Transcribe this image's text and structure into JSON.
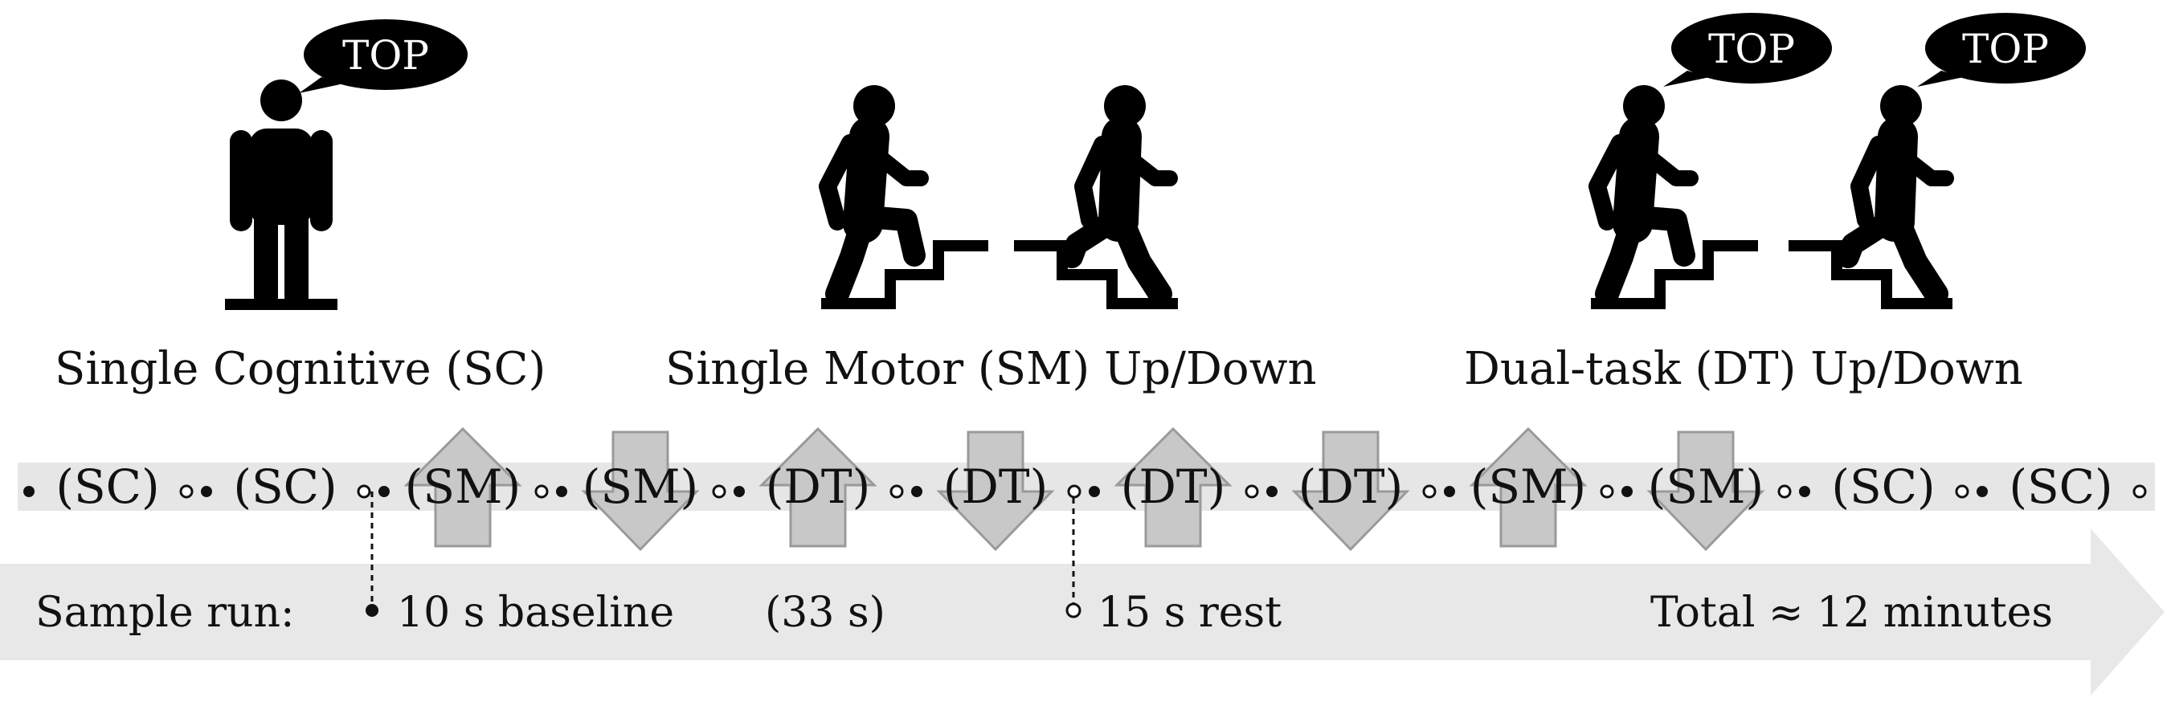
{
  "figure": {
    "conditions": [
      {
        "id": "sc",
        "caption": "Single Cognitive (SC)",
        "speech": "TOP"
      },
      {
        "id": "sm",
        "caption": "Single Motor (SM) Up/Down"
      },
      {
        "id": "dt",
        "caption": "Dual-task (DT) Up/Down",
        "speech_left": "TOP",
        "speech_right": "TOP"
      }
    ],
    "sequence": [
      {
        "label": "(SC)",
        "dir": "none"
      },
      {
        "label": "(SC)",
        "dir": "none"
      },
      {
        "label": "(SM)",
        "dir": "up"
      },
      {
        "label": "(SM)",
        "dir": "down"
      },
      {
        "label": "(DT)",
        "dir": "up"
      },
      {
        "label": "(DT)",
        "dir": "down"
      },
      {
        "label": "(DT)",
        "dir": "up"
      },
      {
        "label": "(DT)",
        "dir": "down"
      },
      {
        "label": "(SM)",
        "dir": "up"
      },
      {
        "label": "(SM)",
        "dir": "down"
      },
      {
        "label": "(SC)",
        "dir": "none"
      },
      {
        "label": "(SC)",
        "dir": "none"
      }
    ],
    "timeline": {
      "label": "Sample run:",
      "baseline": "10 s baseline",
      "block": "(33 s)",
      "rest": "15 s rest",
      "total": "Total ≈ 12 minutes"
    },
    "colors": {
      "band": "#e6e6e6",
      "arrow_fill": "#c8c8c8",
      "arrow_stroke": "#9a9a9a",
      "timeline": "#e8e8e8",
      "icon": "#000000"
    }
  }
}
